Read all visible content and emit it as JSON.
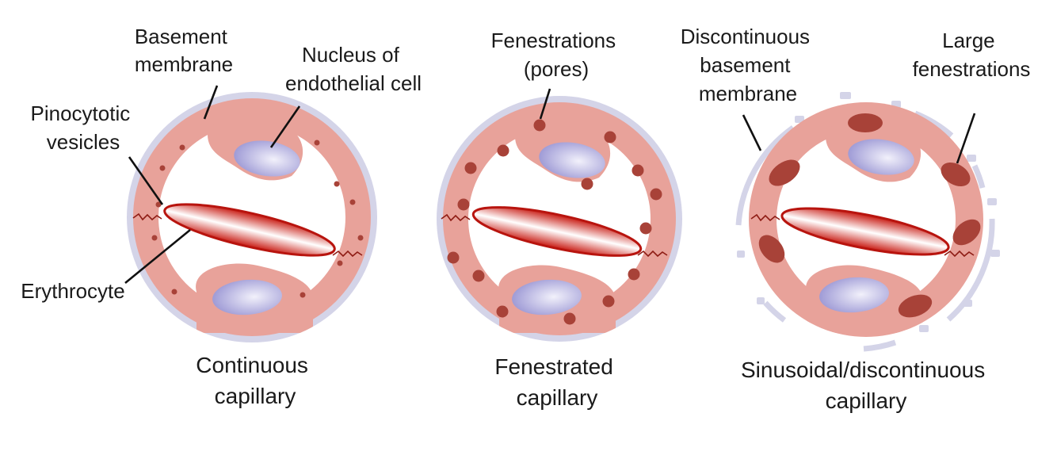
{
  "labels": {
    "basement_membrane": [
      "Basement",
      "membrane"
    ],
    "nucleus": [
      "Nucleus of",
      "endothelial cell"
    ],
    "pinocytotic": [
      "Pinocytotic",
      "vesicles"
    ],
    "erythrocyte": "Erythrocyte",
    "fenestrations": [
      "Fenestrations",
      "(pores)"
    ],
    "discontinuous_bm": [
      "Discontinuous",
      "basement",
      "membrane"
    ],
    "large_fenestrations": [
      "Large",
      "fenestrations"
    ]
  },
  "captions": {
    "continuous": [
      "Continuous",
      "capillary"
    ],
    "fenestrated": [
      "Fenestrated",
      "capillary"
    ],
    "sinusoidal": [
      "Sinusoidal/discontinuous",
      "capillary"
    ]
  },
  "colors": {
    "basement_membrane": "#d4d4e8",
    "endothelium": "#e8a29a",
    "lumen": "#ffffff",
    "erythrocyte": "#c81a12",
    "pore": "#a84238",
    "nucleus": "#b9b6e4",
    "text": "#1a1a1a"
  }
}
